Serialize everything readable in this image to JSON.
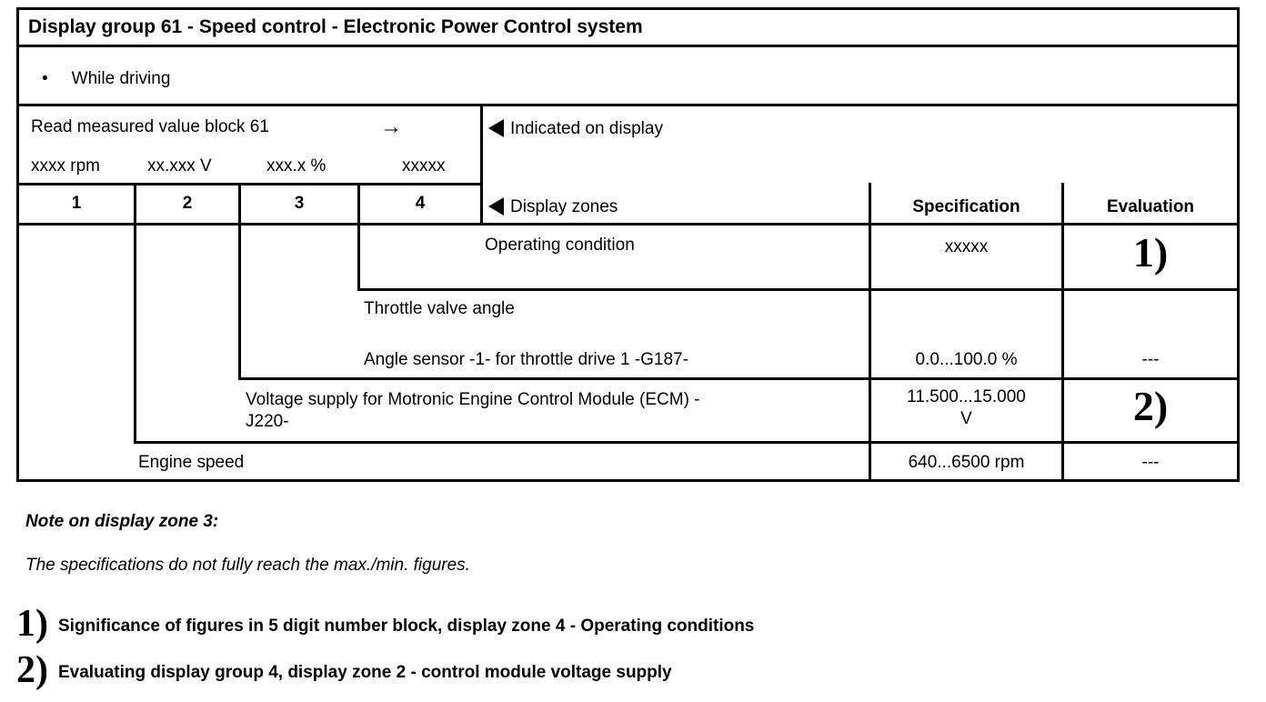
{
  "colors": {
    "background": "#ffffff",
    "text": "#000000",
    "lines": "#000000"
  },
  "table": {
    "title": "Display group 61 - Speed control - Electronic Power Control system",
    "condition_bullet": "•",
    "condition": "While driving",
    "read_label": "Read measured value block 61",
    "read_arrow": "→",
    "display_format": [
      "xxxx rpm",
      "xx.xxx V",
      "xxx.x %",
      "xxxxx"
    ],
    "indicated_label": "Indicated on display",
    "zones": [
      "1",
      "2",
      "3",
      "4"
    ],
    "display_zones_label": "Display zones",
    "spec_header": "Specification",
    "eval_header": "Evaluation",
    "rows": [
      {
        "description": "Operating condition",
        "specification": "xxxxx",
        "evaluation": "1)"
      },
      {
        "description_line1": "Throttle valve angle",
        "description_line2": "Angle sensor -1- for throttle drive 1 -G187-",
        "specification": "0.0...100.0 %",
        "evaluation": "---"
      },
      {
        "description_line1": "Voltage supply for Motronic Engine Control Module (ECM) -",
        "description_line2": "J220-",
        "specification_line1": "11.500...15.000",
        "specification_line2": "V",
        "evaluation": "2)"
      },
      {
        "description": "Engine speed",
        "specification": "640...6500 rpm",
        "evaluation": "---"
      }
    ]
  },
  "notes": {
    "heading": "Note on display zone 3:",
    "body": "The specifications do not fully reach the max./min. figures."
  },
  "footnotes": [
    {
      "marker": "1)",
      "text": "Significance of figures in 5 digit number block, display zone 4 - Operating conditions"
    },
    {
      "marker": "2)",
      "text": "Evaluating display group 4, display zone 2 - control module voltage supply"
    }
  ]
}
